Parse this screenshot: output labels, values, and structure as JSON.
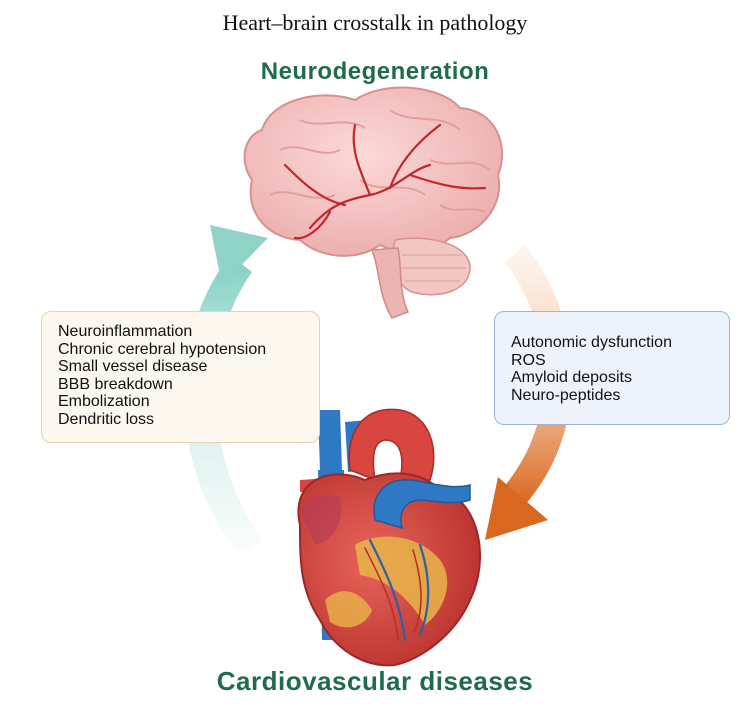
{
  "title": "Heart–brain crosstalk in pathology",
  "top_label": "Neurodegeneration",
  "bottom_label": "Cardiovascular diseases",
  "left_box": {
    "items": [
      "Neuroinflammation",
      "Chronic cerebral hypotension",
      "Small vessel disease",
      "BBB breakdown",
      "Embolization",
      "Dendritic loss"
    ]
  },
  "right_box": {
    "items": [
      "Autonomic dysfunction",
      "ROS",
      "Amyloid deposits",
      "Neuro-peptides"
    ]
  },
  "colors": {
    "heading": "#1f6b4c",
    "left_arrow": "#8fd3c6",
    "right_arrow": "#e07a2c",
    "brain": "#f4c4c4",
    "heart": "#d9463f",
    "vessel_blue": "#2f78c4"
  },
  "icons": [
    "brain-icon",
    "heart-icon",
    "curved-arrow-up-icon",
    "curved-arrow-down-icon"
  ]
}
